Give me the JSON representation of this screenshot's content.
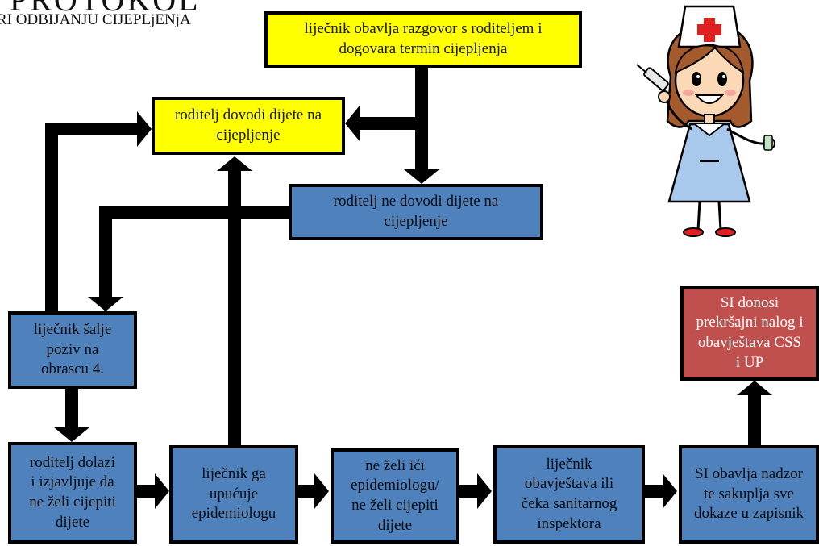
{
  "title": {
    "main": "PROTOKOL",
    "sub": "RI ODBIJANJU CIJEPLjENjA"
  },
  "boxes": {
    "razgovor": "liječnik obavlja razgovor s roditeljem i\ndogovara termin cijepljenja",
    "dovodi": "roditelj dovodi dijete na\ncijepljenje",
    "ne_dovodi": "roditelj ne dovodi dijete na\ncijepljenje",
    "poziv": "liječnik šalje\npoziv na\nobrascu 4.",
    "izjavljuje": "roditelj dolazi\ni izjavljuje da\nne želi cijepiti\ndijete",
    "upucuje": "liječnik ga\nupućuje\nepidemiologu",
    "ne_zeli": "ne želi ići\nepidemiologu/\nne želi cijepiti\ndijete",
    "obavjestava": "liječnik\nobavještava ili\nčeka sanitarnog\ninspektora",
    "nadzor": "SI obavlja nadzor\nte sakuplja sve\ndokaze u zapisnik",
    "nalog": "SI donosi\nprekršajni nalog i\nobavještava CSS\ni UP"
  },
  "colors": {
    "yellow": "#ffff00",
    "blue": "#4f81bd",
    "red": "#c0504d",
    "arrow": "#000000"
  },
  "illustration": "nurse-with-syringe"
}
